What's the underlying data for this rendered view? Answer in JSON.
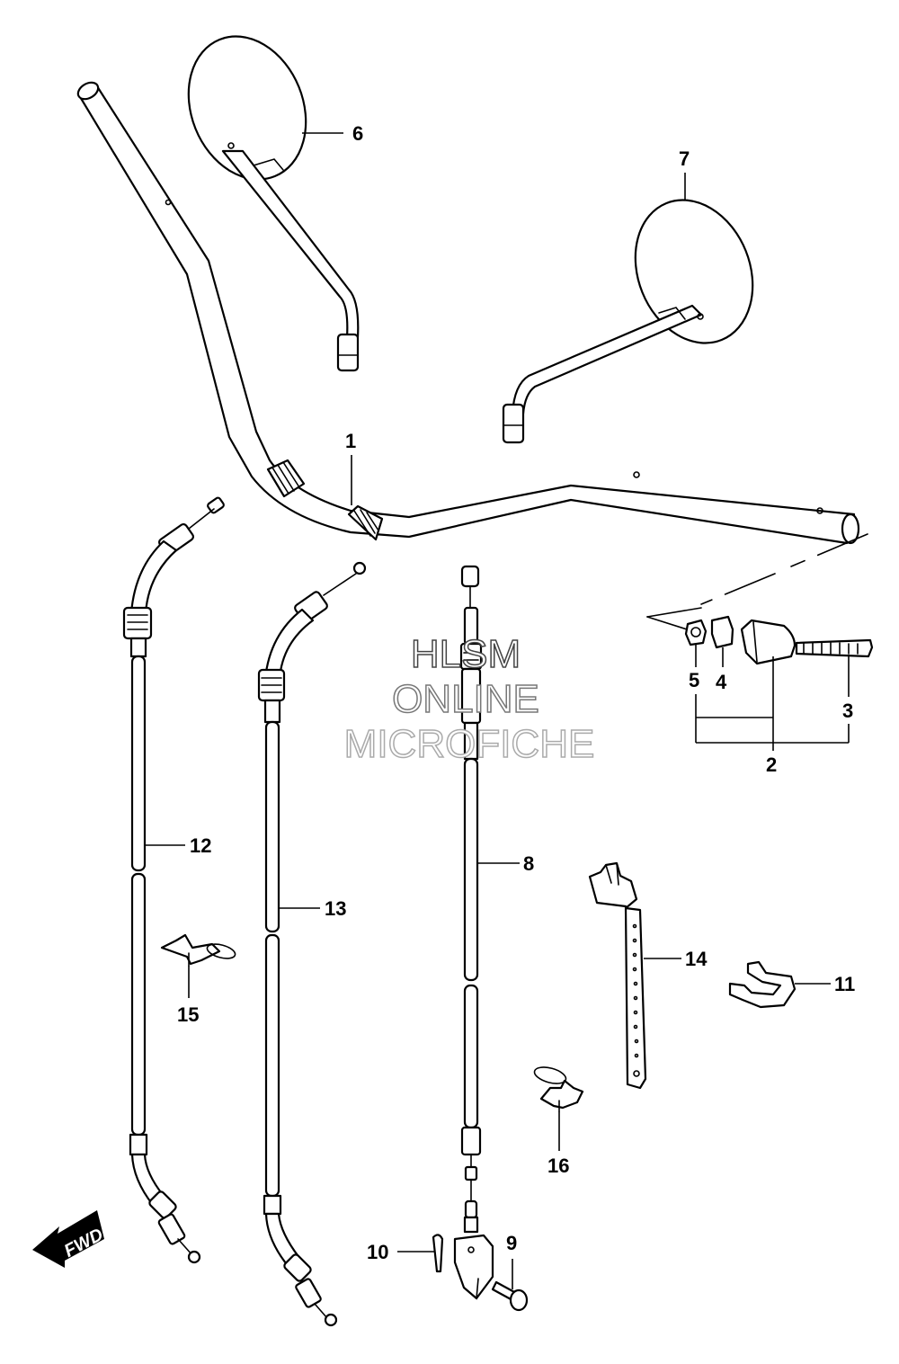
{
  "callouts": {
    "c1": "1",
    "c2": "2",
    "c3": "3",
    "c4": "4",
    "c5": "5",
    "c6": "6",
    "c7": "7",
    "c8": "8",
    "c9": "9",
    "c10": "10",
    "c11": "11",
    "c12": "12",
    "c13": "13",
    "c14": "14",
    "c15": "15",
    "c16": "16"
  },
  "watermark": {
    "line1": "HLSM",
    "line2": "ONLINE",
    "line3": "MICROFICHE"
  },
  "fwd_label": "FWD",
  "colors": {
    "ink": "#000000",
    "paper": "#ffffff",
    "watermark_line1": "#444444",
    "watermark_line2": "#777777",
    "watermark_line3": "#aaaaaa"
  }
}
